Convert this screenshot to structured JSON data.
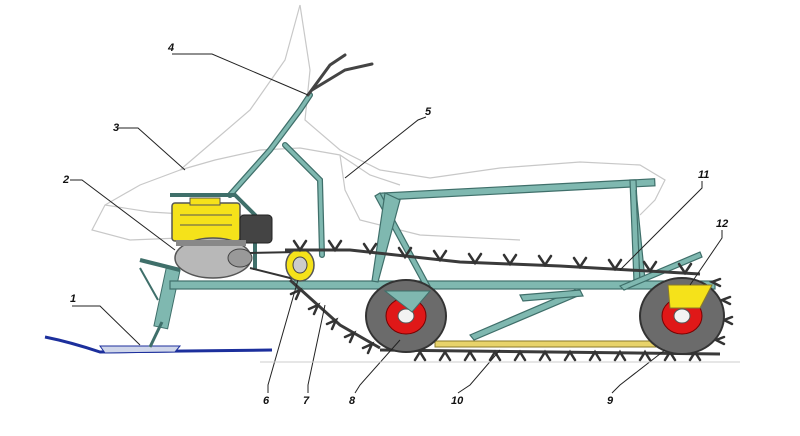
{
  "diagram": {
    "labels": [
      {
        "id": "1",
        "text": "1"
      },
      {
        "id": "2",
        "text": "2"
      },
      {
        "id": "3",
        "text": "3"
      },
      {
        "id": "4",
        "text": "4"
      },
      {
        "id": "5",
        "text": "5"
      },
      {
        "id": "6",
        "text": "6"
      },
      {
        "id": "7",
        "text": "7"
      },
      {
        "id": "8",
        "text": "8"
      },
      {
        "id": "9",
        "text": "9"
      },
      {
        "id": "10",
        "text": "10"
      },
      {
        "id": "11",
        "text": "11"
      },
      {
        "id": "12",
        "text": "12"
      }
    ]
  },
  "colors": {
    "frame": "#7fb8b0",
    "frame_outline": "#3f6f6a",
    "engine_block": "#f5e21a",
    "pulley": "#b8b8b8",
    "tire": "#6b6b6b",
    "hub": "#e01818",
    "track": "#3a3a3a",
    "ski": "#1c2f9c",
    "slide_rail": "#e8d36a",
    "ghost_outline": "#c8c8c8"
  }
}
